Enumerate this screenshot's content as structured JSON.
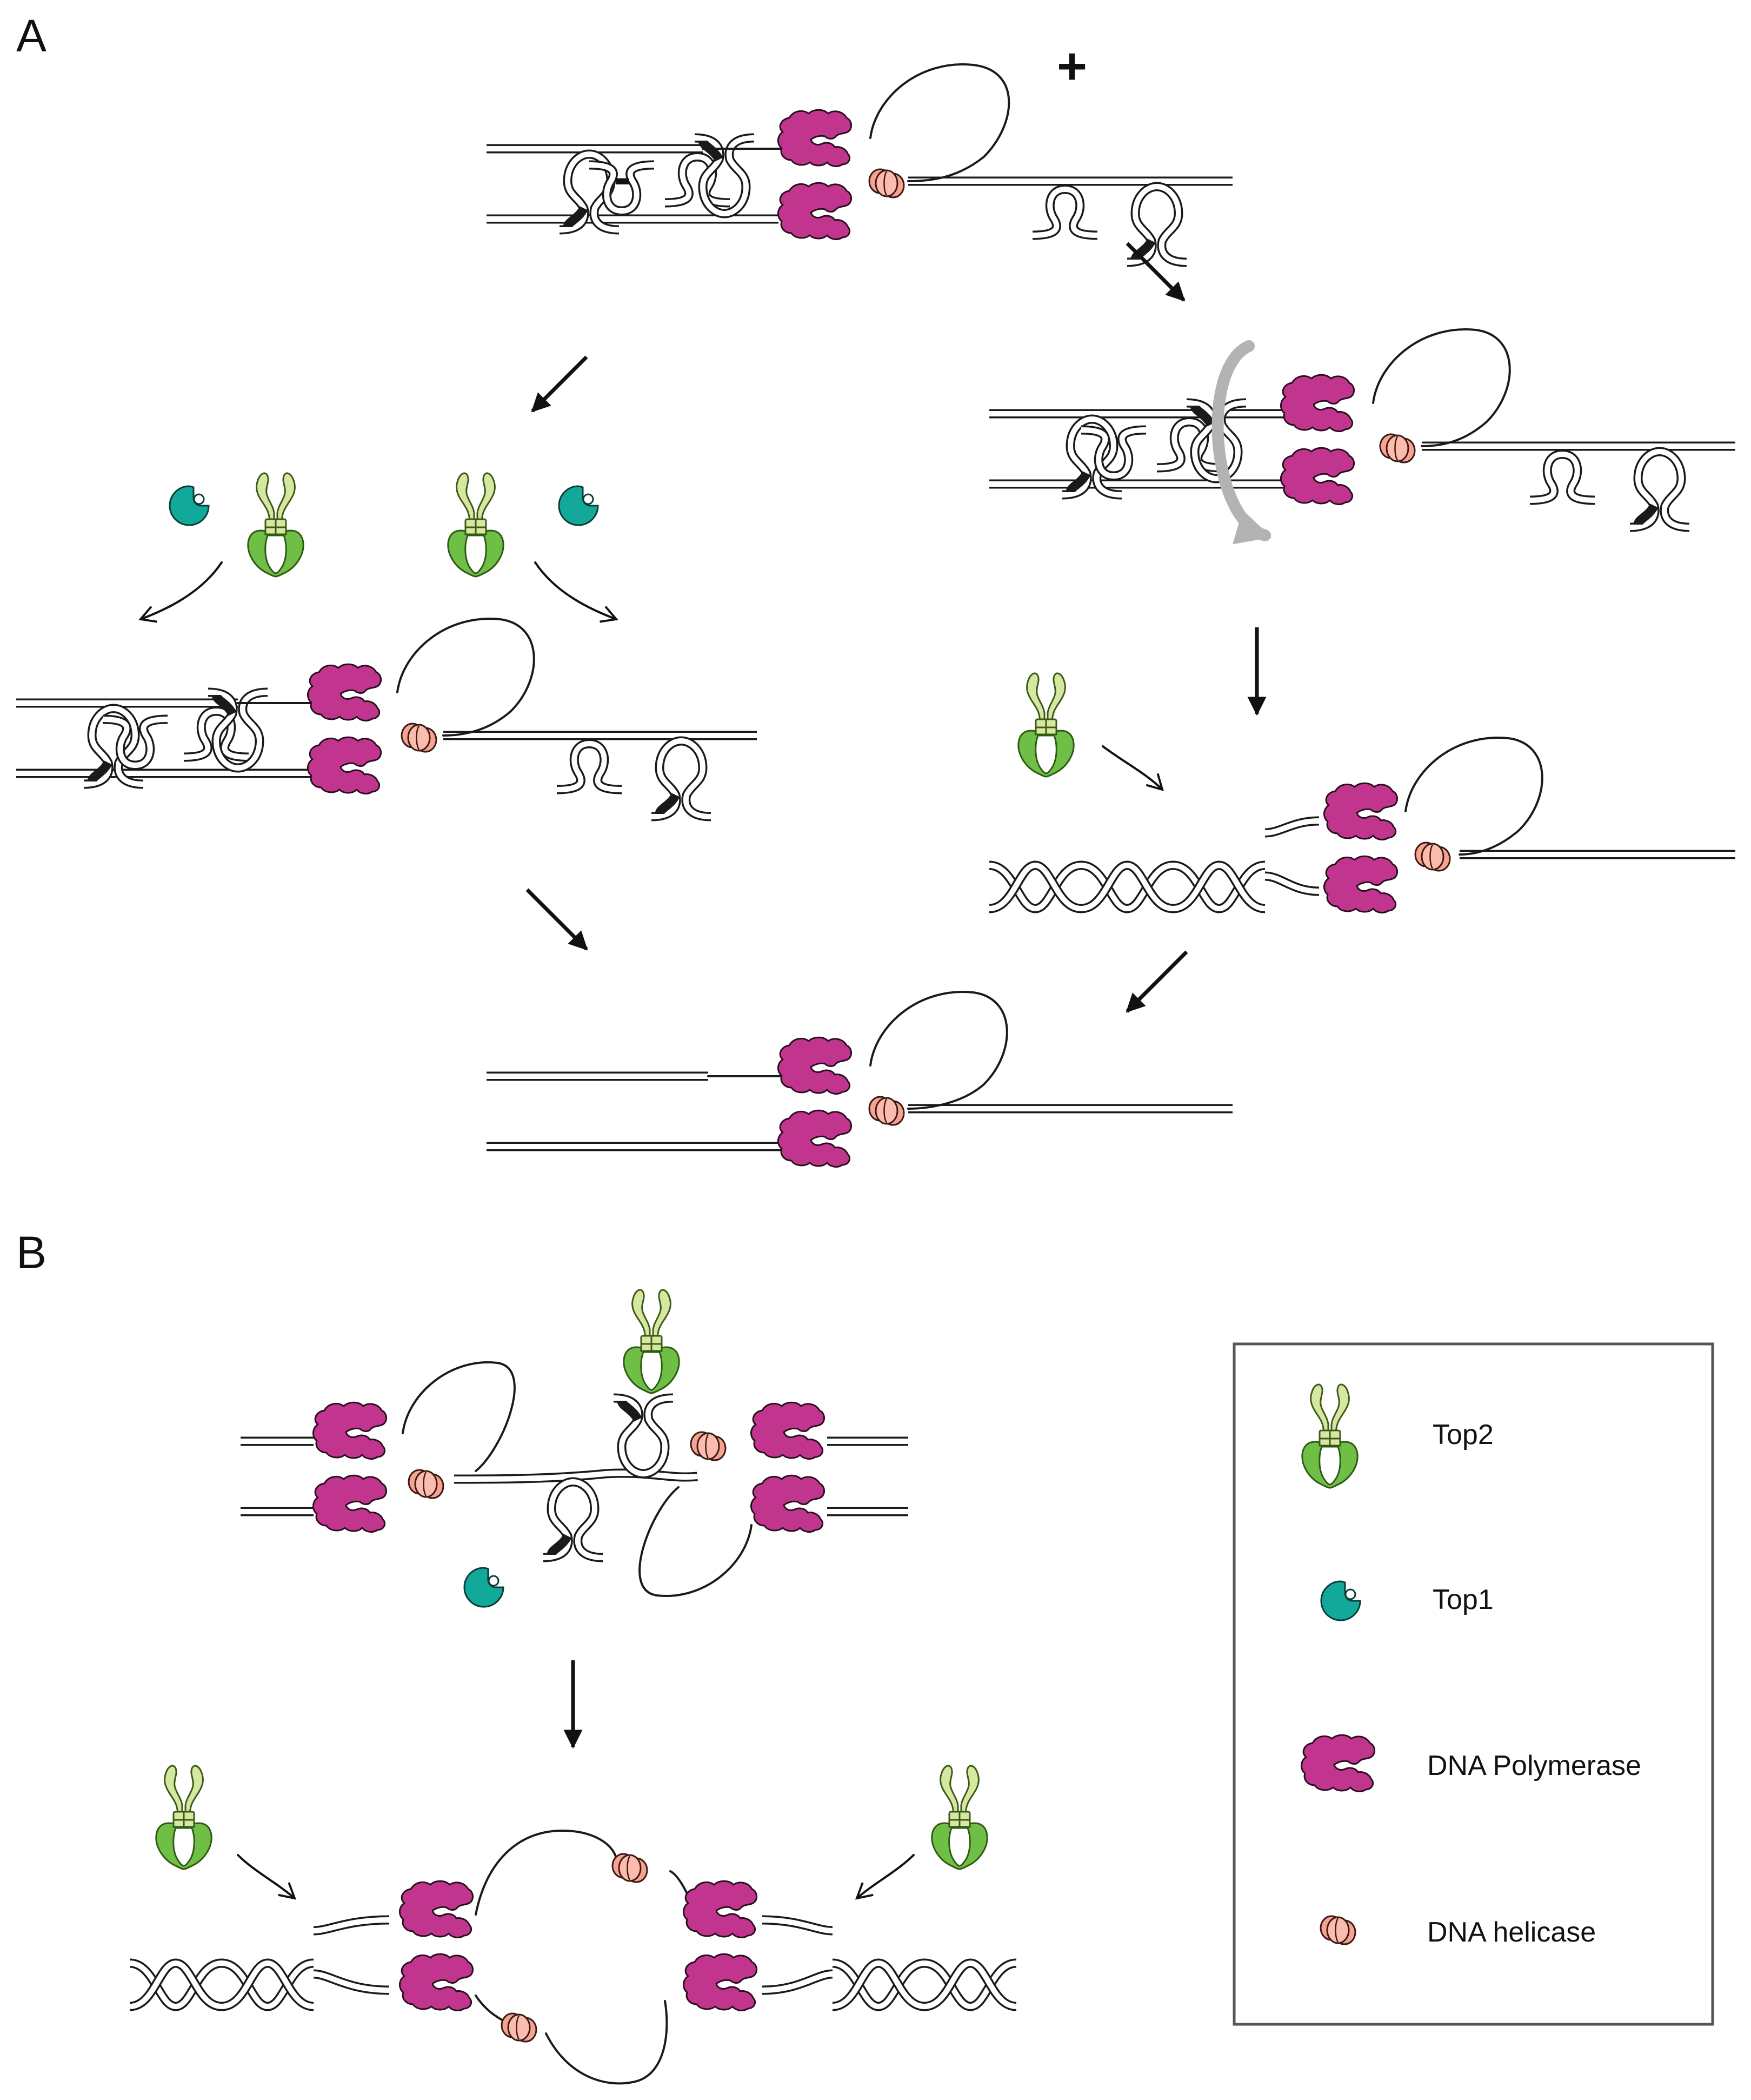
{
  "panels": {
    "a_label": "A",
    "b_label": "B"
  },
  "supercoil_signs": {
    "positive": "+",
    "negative": "-"
  },
  "legend": {
    "items": [
      {
        "label": "Top2",
        "icon": "top2-icon"
      },
      {
        "label": "Top1",
        "icon": "top1-icon"
      },
      {
        "label": "DNA Polymerase",
        "icon": "dna-polymerase-icon"
      },
      {
        "label": "DNA helicase",
        "icon": "dna-helicase-icon"
      }
    ]
  },
  "colors": {
    "polymerase": "#c2358f",
    "helicase": "#f7a392",
    "top1": "#12a89a",
    "top2_body": "#6fbf46",
    "top2_arms": "#d6e8a0",
    "rotation_arrow": "#b3b3b3"
  }
}
